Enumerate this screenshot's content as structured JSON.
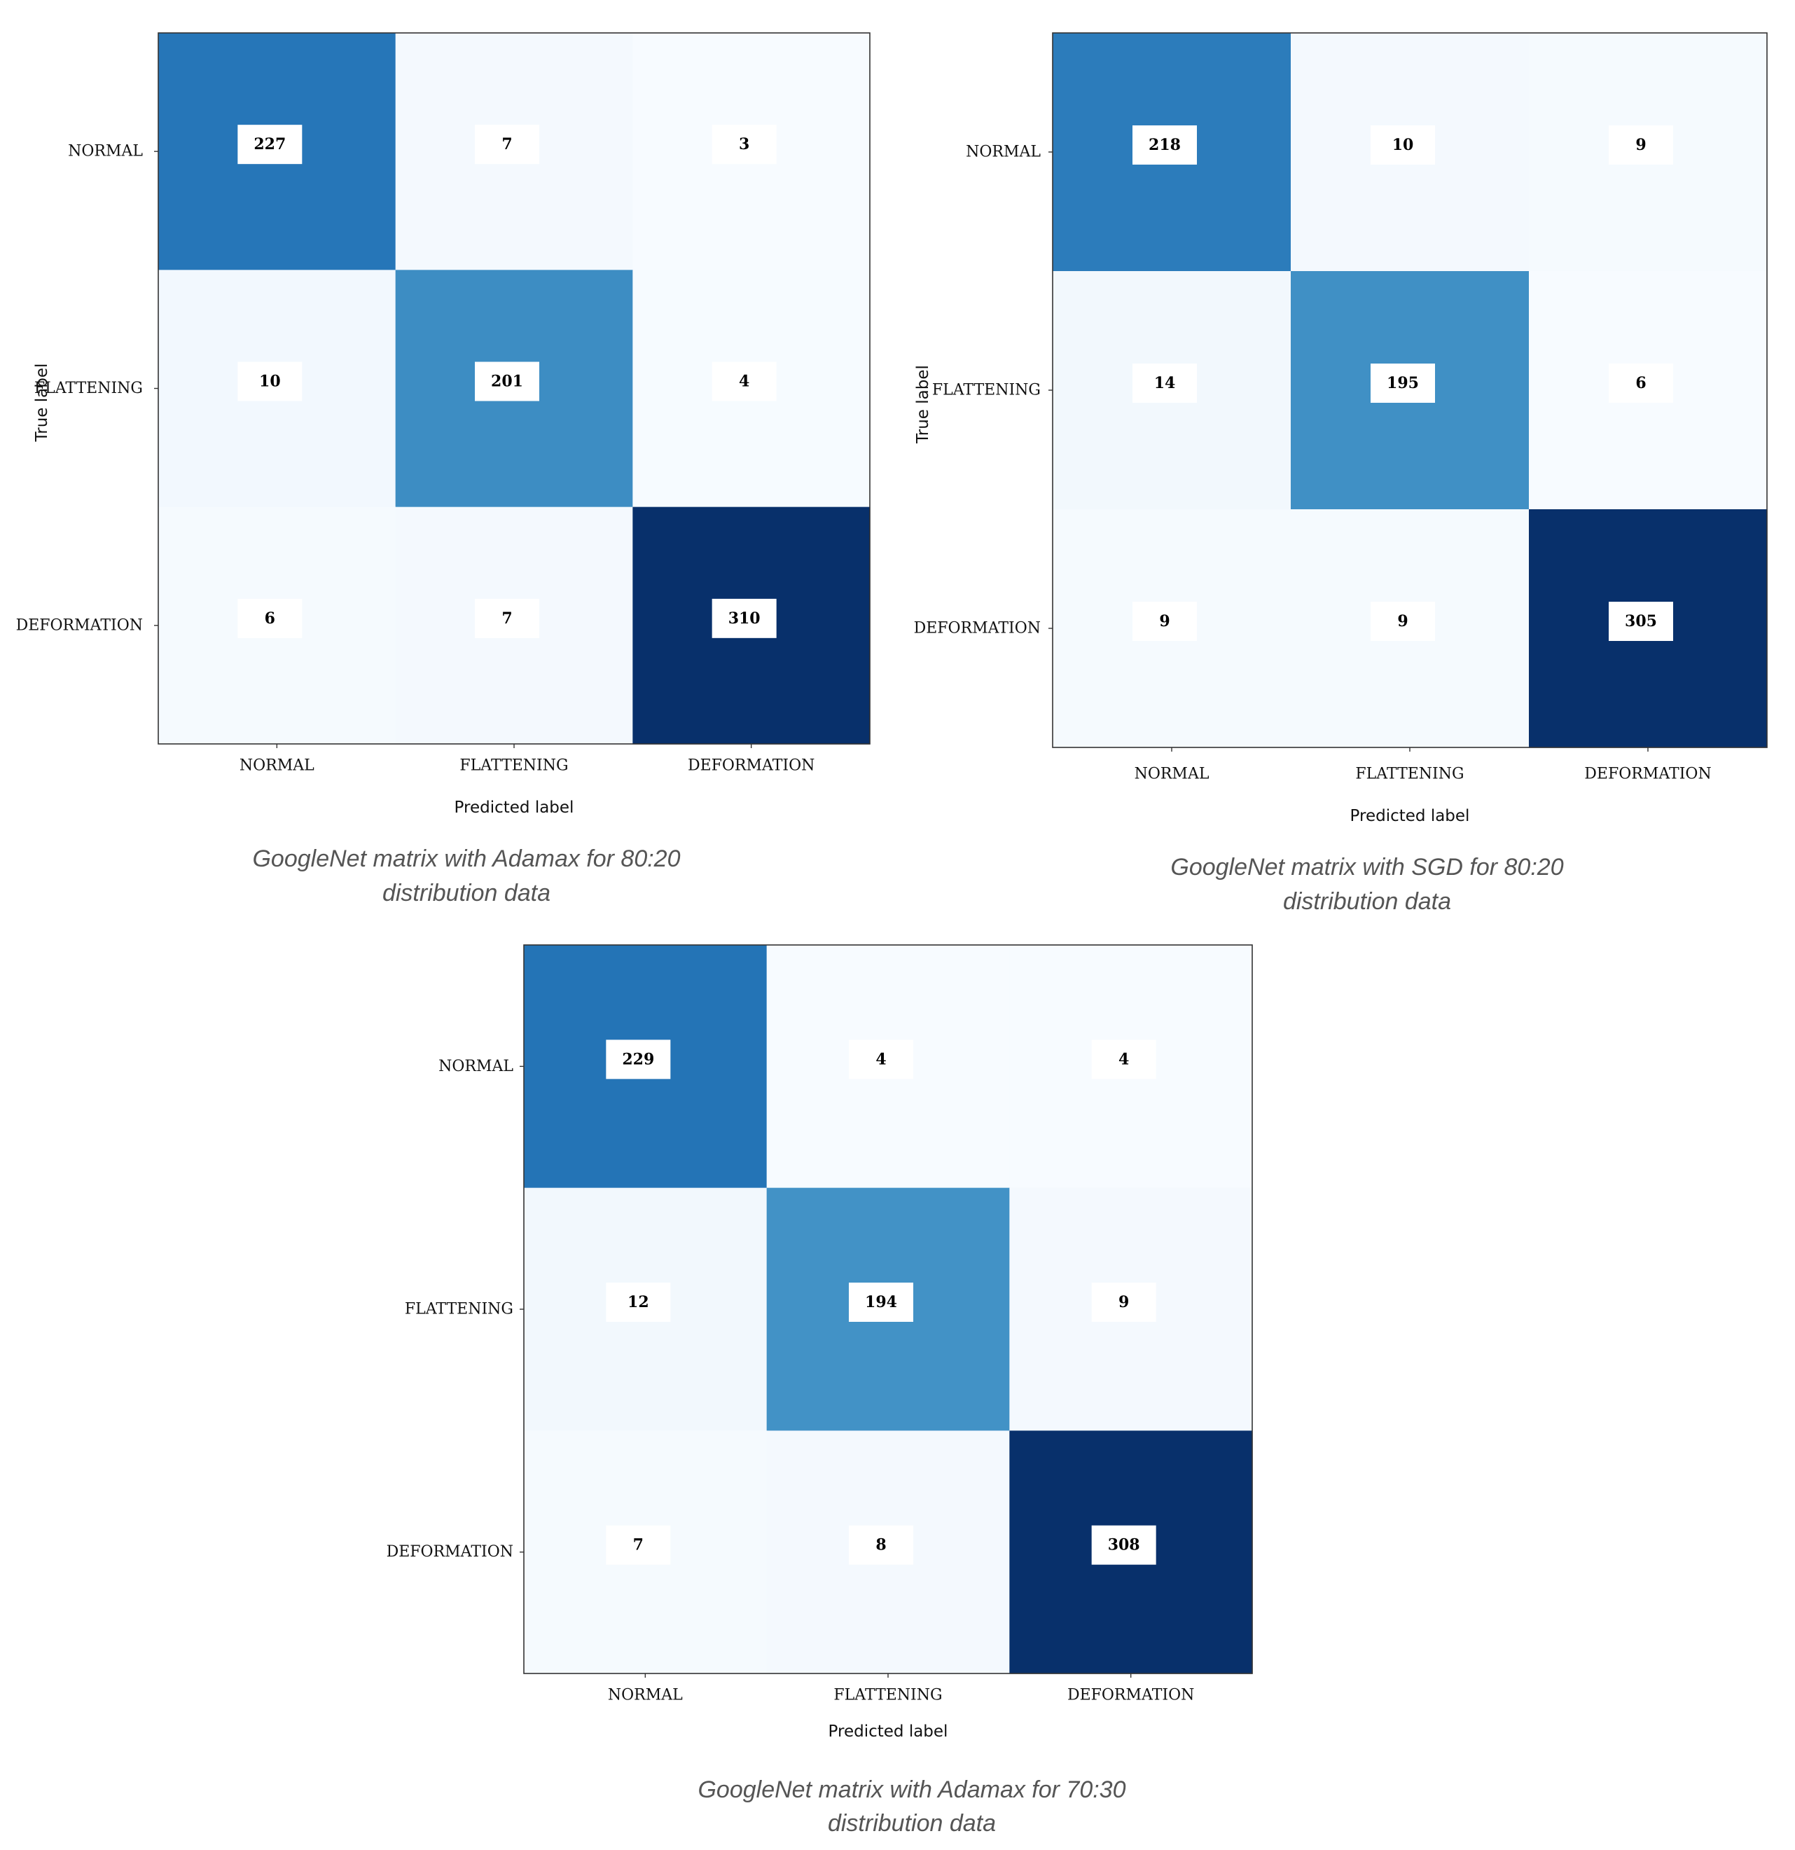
{
  "chart_data": [
    {
      "type": "heatmap",
      "title": "",
      "caption": [
        "GoogleNet matrix with Adamax for 80:20",
        "distribution data"
      ],
      "xlabel": "Predicted label",
      "ylabel": "True label",
      "x_categories": [
        "NORMAL",
        "FLATTENING",
        "DEFORMATION"
      ],
      "y_categories": [
        "NORMAL",
        "FLATTENING",
        "DEFORMATION"
      ],
      "values": [
        [
          227,
          7,
          3
        ],
        [
          10,
          201,
          4
        ],
        [
          6,
          7,
          310
        ]
      ],
      "colormap": "Blues"
    },
    {
      "type": "heatmap",
      "title": "",
      "caption": [
        "GoogleNet matrix with SGD for 80:20",
        "distribution data"
      ],
      "xlabel": "Predicted label",
      "ylabel": "True label",
      "x_categories": [
        "NORMAL",
        "FLATTENING",
        "DEFORMATION"
      ],
      "y_categories": [
        "NORMAL",
        "FLATTENING",
        "DEFORMATION"
      ],
      "values": [
        [
          218,
          10,
          9
        ],
        [
          14,
          195,
          6
        ],
        [
          9,
          9,
          305
        ]
      ],
      "colormap": "Blues"
    },
    {
      "type": "heatmap",
      "title": "",
      "caption": [
        "GoogleNet matrix with Adamax for 70:30",
        "distribution data"
      ],
      "xlabel": "Predicted label",
      "ylabel": "",
      "x_categories": [
        "NORMAL",
        "FLATTENING",
        "DEFORMATION"
      ],
      "y_categories": [
        "NORMAL",
        "FLATTENING",
        "DEFORMATION"
      ],
      "values": [
        [
          229,
          4,
          4
        ],
        [
          12,
          194,
          9
        ],
        [
          7,
          8,
          308
        ]
      ],
      "colormap": "Blues"
    }
  ]
}
